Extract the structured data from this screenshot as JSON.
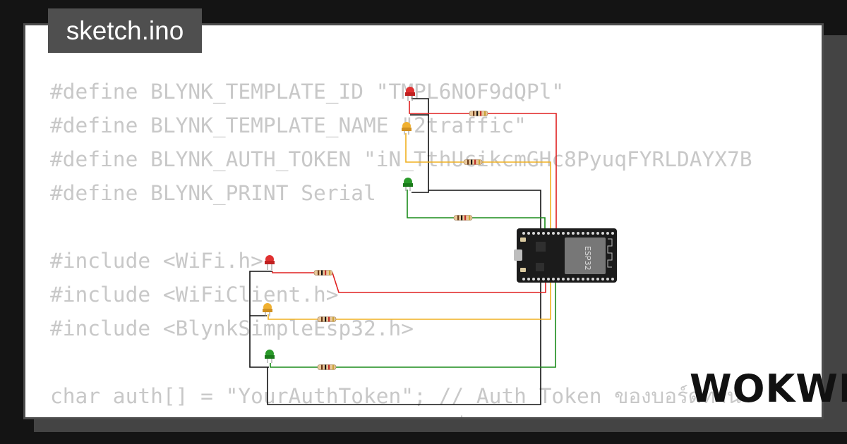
{
  "tab": {
    "filename": "sketch.ino"
  },
  "code_lines": [
    "#define BLYNK_TEMPLATE_ID \"TMPL6NOF9dQPl\"",
    "#define BLYNK_TEMPLATE_NAME \"2traffic\"",
    "#define BLYNK_AUTH_TOKEN \"iN_TthUcikcmGHc8PyuqFYRLDAYX7B",
    "#define BLYNK_PRINT Serial",
    "",
    "#include <WiFi.h>",
    "#include <WiFiClient.h>",
    "#include <BlynkSimpleEsp32.h>",
    "",
    "char auth[] = \"YourAuthToken\"; // Auth Token ของบอร์ดท่าน",
    "char ssid[] = \"Wokwi-GUEST\"; // ชื่อ WiFi"
  ],
  "board": {
    "chip_label": "ESP32"
  },
  "brand": {
    "logo": "WOKWI"
  },
  "colors": {
    "background": "#141414",
    "card": "#ffffff",
    "tab": "#4f4f4f",
    "wire_red": "#e02020",
    "wire_yellow": "#f0b020",
    "wire_green": "#1a8c1a",
    "wire_black": "#111111"
  }
}
